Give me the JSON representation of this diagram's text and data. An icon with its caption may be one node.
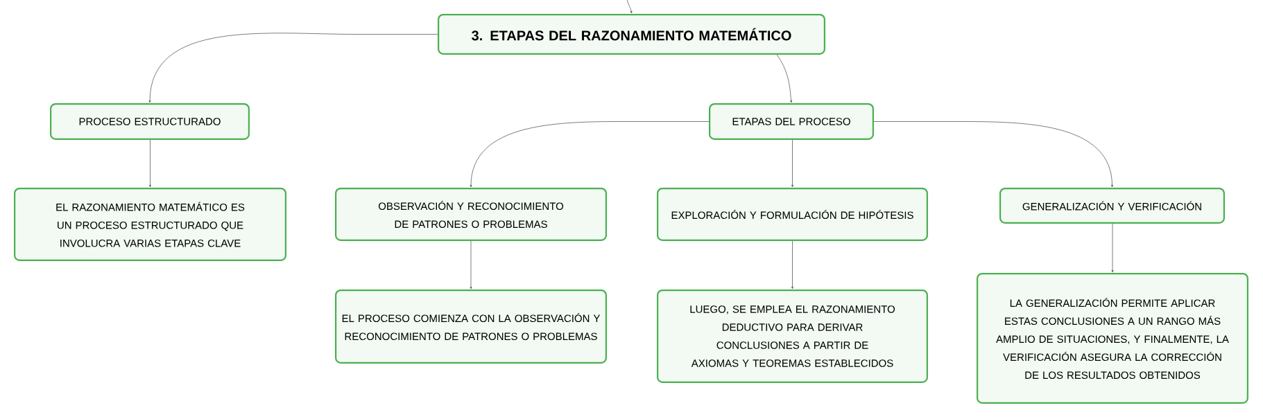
{
  "diagram": {
    "nodes": [
      {
        "text": [
          "3. ETAPAS DEL RAZONAMIENTO MATEMÁTICO"
        ]
      },
      {
        "text": [
          "PROCESO ESTRUCTURADO"
        ]
      },
      {
        "text": [
          "ETAPAS DEL PROCESO"
        ]
      },
      {
        "text": [
          "EL RAZONAMIENTO MATEMÁTICO ES UN PROCESO ESTRUCTURADO QUE INVOLUCRA VARIAS ETAPAS CLAVE"
        ]
      },
      {
        "text": [
          "OBSERVACIÓN Y RECONOCIMIENTO DE PATRONES O PROBLEMAS"
        ]
      },
      {
        "text": [
          "EXPLORACIÓN Y FORMULACIÓN DE HIPÓTESIS"
        ]
      },
      {
        "text": [
          "GENERALIZACIÓN Y VERIFICACIÓN"
        ]
      },
      {
        "text": [
          "EL PROCESO COMIENZA CON LA OBSERVACIÓN Y RECONOCIMIENTO DE PATRONES O PROBLEMAS"
        ]
      },
      {
        "text": [
          "LUEGO, SE EMPLEA EL RAZONAMIENTO DEDUCTIVO PARA DERIVAR CONCLUSIONES A PARTIR DE AXIOMAS Y TEOREMAS ESTABLECIDOS"
        ]
      },
      {
        "text": [
          "LA GENERALIZACIÓN PERMITE APLICAR ESTAS CONCLUSIONES A UN RANGO MÁS AMPLIO DE SITUACIONES, Y FINALMENTE, LA VERIFICACIÓN ASEGURA LA CORRECCIÓN DE LOS RESULTADOS OBTENIDOS"
        ]
      }
    ],
    "edges": [
      {
        "from": null,
        "to": 0,
        "arrow": "to"
      },
      {
        "from": 0,
        "to": 1,
        "arrow": "to"
      },
      {
        "from": 0,
        "to": 2,
        "arrow": "to"
      },
      {
        "from": 1,
        "to": 3,
        "arrow": "to"
      },
      {
        "from": 2,
        "to": 4,
        "arrow": "to"
      },
      {
        "from": 2,
        "to": 5,
        "arrow": "to"
      },
      {
        "from": 2,
        "to": 6,
        "arrow": "to"
      },
      {
        "from": 4,
        "to": 7,
        "arrow": "to"
      },
      {
        "from": 5,
        "to": 8,
        "arrow": "to"
      },
      {
        "from": 6,
        "to": 9,
        "arrow": "to"
      }
    ]
  }
}
